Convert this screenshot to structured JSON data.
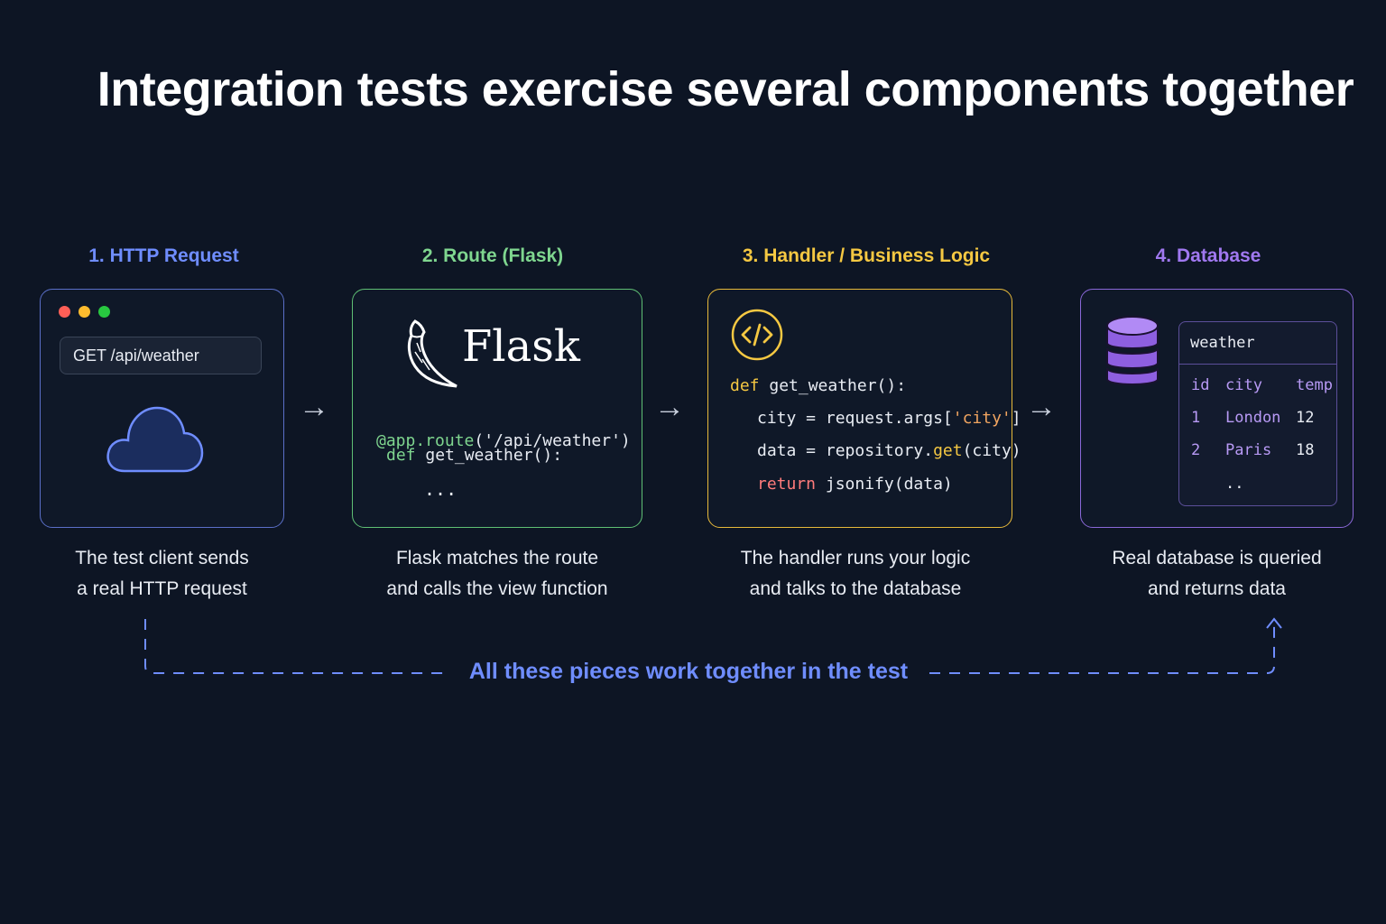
{
  "title": "Integration tests exercise several components together",
  "stages": [
    {
      "label": "1. HTTP Request",
      "color": "#6f8dff",
      "url": "GET /api/weather",
      "description_line1": "The test client sends",
      "description_line2": "a real HTTP request"
    },
    {
      "label": "2. Route (Flask)",
      "color": "#7fd68f",
      "logo_text": "Flask",
      "code": {
        "decorator": "@app.route",
        "decorator_args": "('/api/weather')",
        "def_kw": "def",
        "def_rest": " get_weather():",
        "ellipsis": "..."
      },
      "description_line1": "Flask matches the route",
      "description_line2": "and calls the view function"
    },
    {
      "label": "3. Handler / Business Logic",
      "color": "#f5c842",
      "code": {
        "line1_kw": "def",
        "line1_rest": " get_weather():",
        "line2_pre": "city = request.args[",
        "line2_str": "'city'",
        "line2_post": "]",
        "line3_pre": "data = repository.",
        "line3_fn": "get",
        "line3_post": "(city)",
        "line4_kw": "return",
        "line4_rest": " jsonify(data)"
      },
      "description_line1": "The handler runs your logic",
      "description_line2": "and talks to the database"
    },
    {
      "label": "4. Database",
      "color": "#a078f0",
      "table": {
        "name": "weather",
        "columns": [
          "id",
          "city",
          "temp"
        ],
        "rows": [
          [
            "1",
            "London",
            "12"
          ],
          [
            "2",
            "Paris",
            "18"
          ]
        ],
        "more": ".."
      },
      "description_line1": "Real database is queried",
      "description_line2": "and returns data"
    }
  ],
  "arrow_glyph": "→",
  "bottom_text": "All these pieces work together in the test"
}
